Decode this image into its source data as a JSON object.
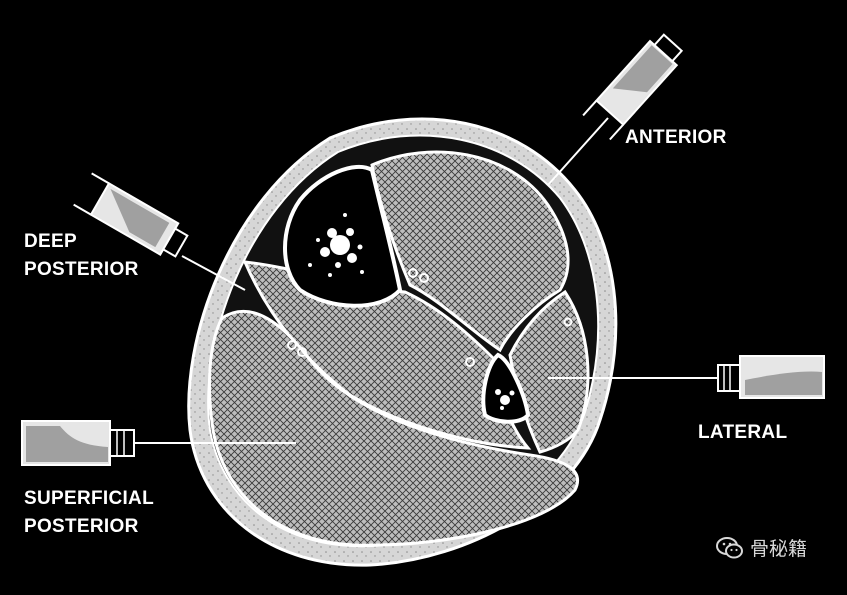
{
  "labels": {
    "anterior": "ANTERIOR",
    "deep_posterior_line1": "DEEP",
    "deep_posterior_line2": "POSTERIOR",
    "lateral": "LATERAL",
    "superficial_posterior_line1": "SUPERFICIAL",
    "superficial_posterior_line2": "POSTERIOR"
  },
  "watermark": {
    "text": "骨秘籍",
    "icon": "wechat-icon"
  },
  "colors": {
    "background": "#000000",
    "skin": "#cfcfcf",
    "muscle_fill": "#b4b4b4",
    "bone": "#000000",
    "outline": "#ffffff"
  }
}
